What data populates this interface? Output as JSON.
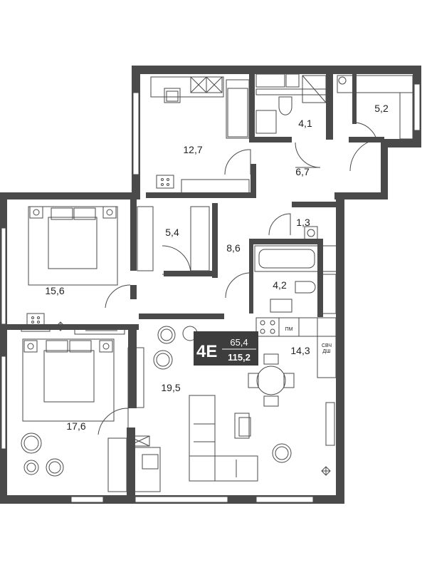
{
  "plan": {
    "badge": {
      "label": "4E",
      "living_area": "65,4",
      "total_area": "115,2"
    },
    "rooms": [
      {
        "id": "room-study",
        "area": "12,7"
      },
      {
        "id": "room-bath-top",
        "area": "4,1"
      },
      {
        "id": "room-wardrobe-top",
        "area": "5,2"
      },
      {
        "id": "room-hall-top",
        "area": "6,7"
      },
      {
        "id": "room-closet-small",
        "area": "1,3"
      },
      {
        "id": "room-bedroom-1",
        "area": "15,6"
      },
      {
        "id": "room-walkin",
        "area": "5,4"
      },
      {
        "id": "room-corridor",
        "area": "8,6"
      },
      {
        "id": "room-bath-mid",
        "area": "4,2"
      },
      {
        "id": "room-kitchen",
        "area": "14,3"
      },
      {
        "id": "room-living",
        "area": "19,5"
      },
      {
        "id": "room-bedroom-2",
        "area": "17,6"
      }
    ],
    "appliances": {
      "dishwasher": "ПМ",
      "microwave_line1": "СВЧ",
      "microwave_line2": "ДШ"
    }
  }
}
